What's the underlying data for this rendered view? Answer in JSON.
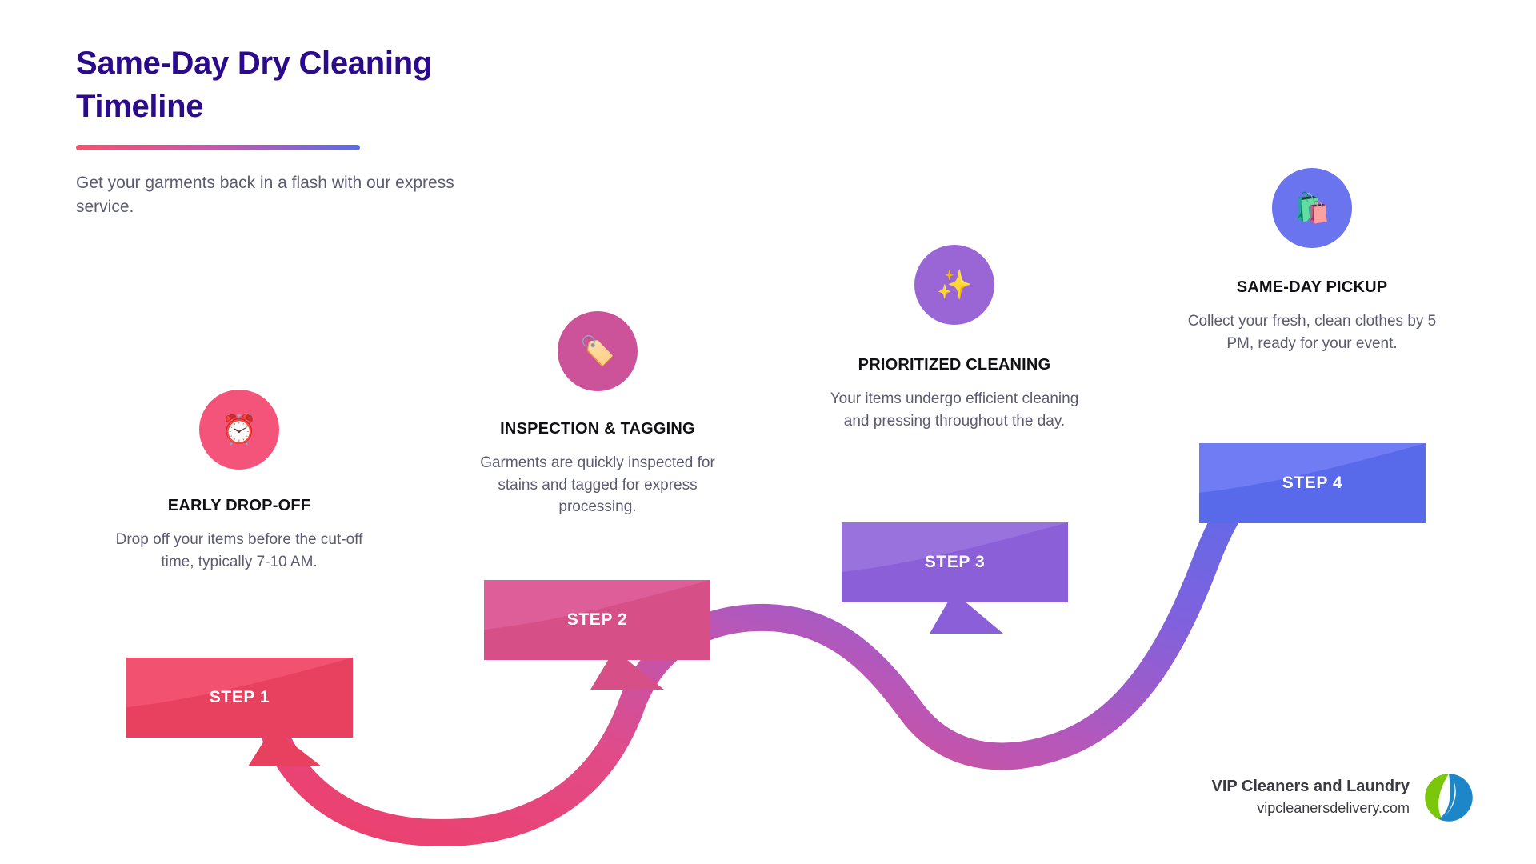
{
  "header": {
    "title_line1": "Same-Day Dry Cleaning",
    "title_line2": "Timeline",
    "subtitle": "Get your garments back in a flash with our express service.",
    "title_color": "#2b0a8c",
    "rule_from": "#f2546e",
    "rule_to": "#5a6ce0"
  },
  "steps": [
    {
      "banner_label": "STEP 1",
      "heading": "EARLY DROP-OFF",
      "description": "Drop off your items before the cut-off time, typically 7-10 AM.",
      "icon": "alarm-clock-icon",
      "icon_glyph": "⏰",
      "circle_color": "#f4547a",
      "banner_color": "#ef4a6e"
    },
    {
      "banner_label": "STEP 2",
      "heading": "INSPECTION & TAGGING",
      "description": "Garments are quickly inspected for stains and tagged for express processing.",
      "icon": "tag-label-icon",
      "icon_glyph": "🏷️",
      "circle_color": "#cc5399",
      "banner_color": "#d9558f"
    },
    {
      "banner_label": "STEP 3",
      "heading": "PRIORITIZED CLEANING",
      "description": "Your items undergo efficient cleaning and pressing throughout the day.",
      "icon": "sparkles-icon",
      "icon_glyph": "✨",
      "circle_color": "#9a66d6",
      "banner_color": "#9160d6"
    },
    {
      "banner_label": "STEP 4",
      "heading": "SAME-DAY PICKUP",
      "description": "Collect your fresh, clean clothes by 5 PM, ready for your event.",
      "icon": "shopping-bags-icon",
      "icon_glyph": "🛍️",
      "circle_color": "#6a74ee",
      "banner_color": "#5e6ef0"
    }
  ],
  "brand": {
    "name": "VIP Cleaners and Laundry",
    "url": "vipcleanersdelivery.com",
    "logo_green": "#7ac70c",
    "logo_blue": "#1d86c8"
  }
}
